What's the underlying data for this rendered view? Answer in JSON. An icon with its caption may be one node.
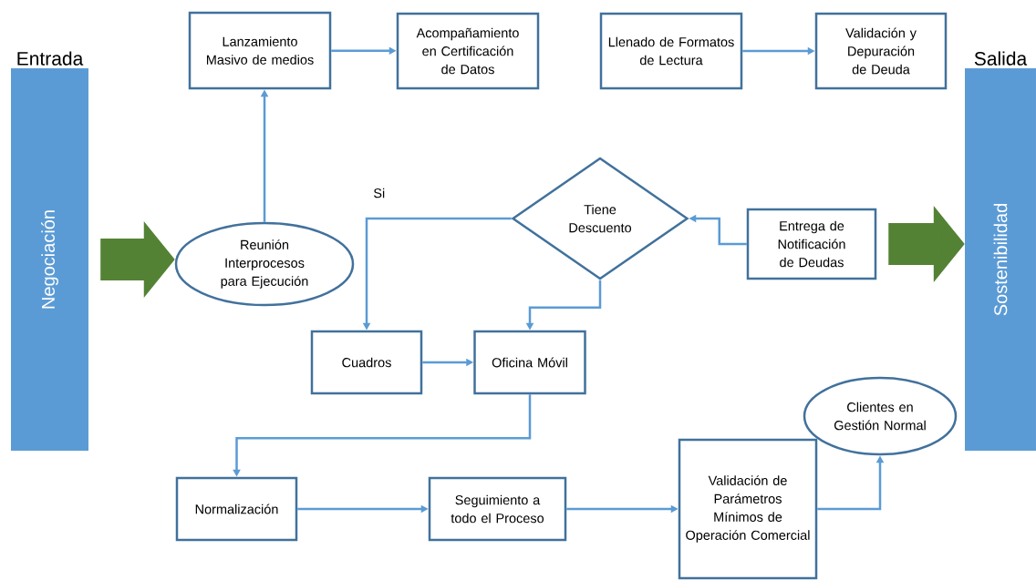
{
  "diagram": {
    "nodes": [
      {
        "text": [
          "Entrada",
          "Negociación"
        ]
      },
      {
        "text": [
          "Lanzamiento Masivo de medios"
        ]
      },
      {
        "text": [
          "Acompañamiento en Certificación de Datos"
        ]
      },
      {
        "text": [
          "Llenado de Formatos de Lectura"
        ]
      },
      {
        "text": [
          "Validación y Depuración de Deuda"
        ]
      },
      {
        "text": [
          "Salida",
          "Sostenibilidad"
        ]
      },
      {
        "text": [
          "Tiene Descuento"
        ]
      },
      {
        "text": [
          "Reunión Interprocesos para Ejecución"
        ]
      },
      {
        "text": [
          "Entrega de Notificación de Deudas"
        ]
      },
      {
        "text": [
          "Cuadros"
        ]
      },
      {
        "text": [
          "Oficina Móvil"
        ]
      },
      {
        "text": [
          "Clientes en Gestión Normal"
        ]
      },
      {
        "text": [
          "Normalización"
        ]
      },
      {
        "text": [
          "Seguimiento a todo el Proceso"
        ]
      },
      {
        "text": [
          "Validación de Parámetros Mínimos de Operación Comercial"
        ]
      }
    ],
    "edges": [
      {
        "from": 0,
        "to": 7,
        "arrow": "to",
        "style": "thick",
        "color": "#548235"
      },
      {
        "from": 7,
        "to": 1,
        "arrow": "to"
      },
      {
        "from": 1,
        "to": 2,
        "arrow": "to"
      },
      {
        "from": 3,
        "to": 4,
        "arrow": "to"
      },
      {
        "from": 8,
        "to": 6,
        "arrow": "to"
      },
      {
        "from": 6,
        "to": 9,
        "arrow": "to",
        "label": "Si"
      },
      {
        "from": 6,
        "to": 10,
        "arrow": "to"
      },
      {
        "from": 9,
        "to": 10,
        "arrow": "to"
      },
      {
        "from": 10,
        "to": 12,
        "arrow": "to"
      },
      {
        "from": 12,
        "to": 13,
        "arrow": "to"
      },
      {
        "from": 13,
        "to": 14,
        "arrow": "to"
      },
      {
        "from": 14,
        "to": 11,
        "arrow": "to"
      },
      {
        "from": 8,
        "to": 5,
        "arrow": "to",
        "style": "thick",
        "color": "#548235"
      }
    ]
  }
}
